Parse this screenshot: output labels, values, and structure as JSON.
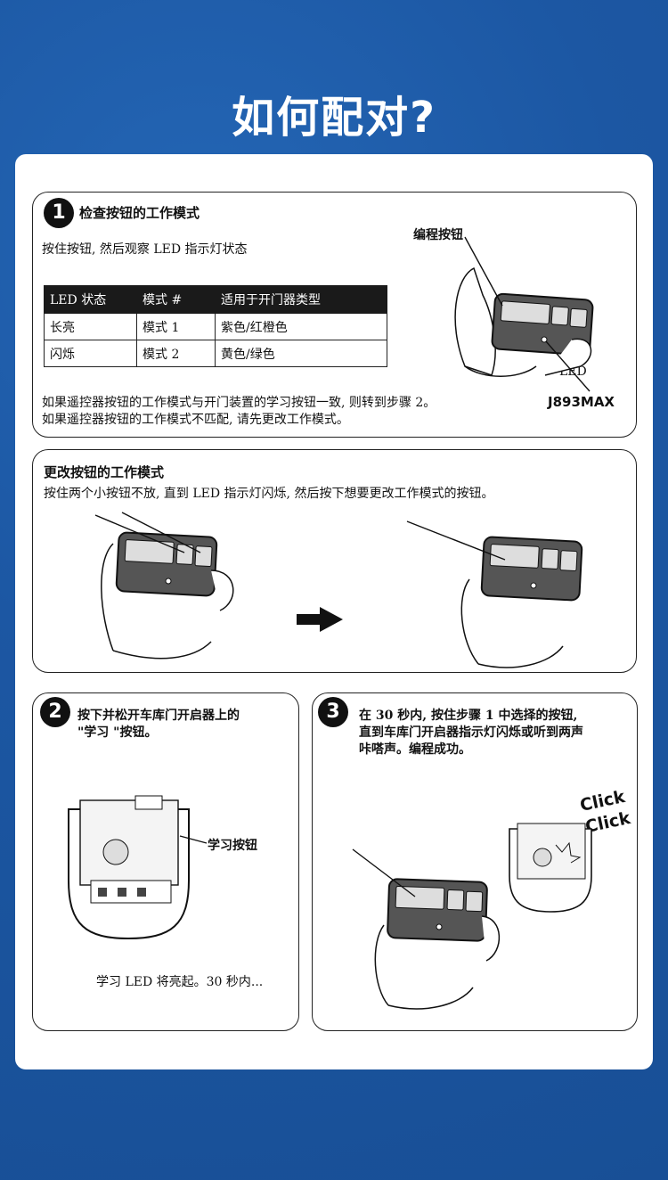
{
  "title": "如何配对?",
  "step1": {
    "number": "1",
    "heading": "检查按钮的工作模式",
    "instruction": "按住按钮, 然后观察 LED 指示灯状态",
    "table": {
      "headers": [
        "LED 状态",
        "模式 #",
        "适用于开门器类型"
      ],
      "rows": [
        [
          "长亮",
          "模式 1",
          "紫色/红橙色"
        ],
        [
          "闪烁",
          "模式 2",
          "黄色/绿色"
        ]
      ]
    },
    "note_line1": "如果遥控器按钮的工作模式与开门装置的学习按钮一致, 则转到步骤 2。",
    "note_line2": "如果遥控器按钮的工作模式不匹配, 请先更改工作模式。",
    "label_program_button": "编程按钮",
    "label_led": "LED",
    "model": "J893MAX"
  },
  "change_mode": {
    "heading": "更改按钮的工作模式",
    "instruction": "按住两个小按钮不放, 直到 LED 指示灯闪烁, 然后按下想要更改工作模式的按钮。"
  },
  "step2": {
    "number": "2",
    "text_line1": "按下并松开车库门开启器上的",
    "text_line2": "\"学习 \"按钮。",
    "label_learn_button": "学习按钮",
    "caption": "学习 LED 将亮起。30 秒内..."
  },
  "step3": {
    "number": "3",
    "text_line1": "在 30 秒内, 按住步骤 1 中选择的按钮,",
    "text_line2": "直到车库门开启器指示灯闪烁或听到两声",
    "text_line3": "咔嗒声。编程成功。",
    "click1": "Click",
    "click2": "Click"
  }
}
